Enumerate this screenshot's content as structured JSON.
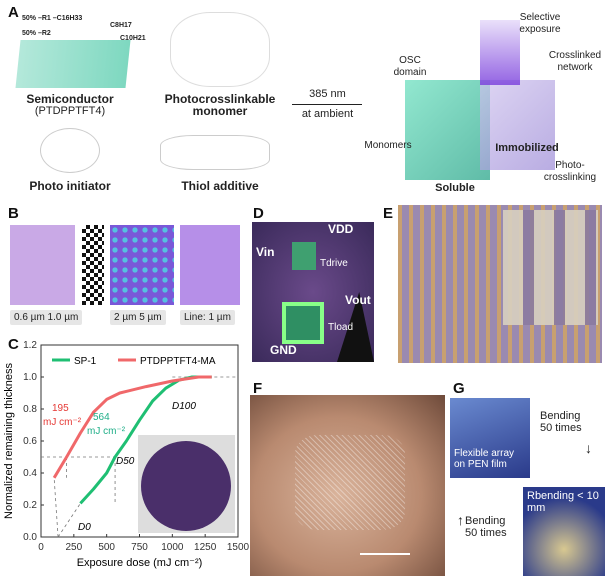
{
  "panels": {
    "A": {
      "label": "A",
      "semiconductor": {
        "name": "Semiconductor",
        "sub": "(PTDPPTFT4)",
        "r1": "50% –R1  –C16H33",
        "r2": "50% –R2",
        "side_a": "C8H17",
        "side_b": "C10H21"
      },
      "monomer": {
        "line1": "Photocrosslinkable",
        "line2": "monomer"
      },
      "initiator": "Photo initiator",
      "thiol": "Thiol additive",
      "arrow_top": "385 nm",
      "arrow_bottom": "at ambient",
      "cube": {
        "selective": "Selective\nexposure",
        "osc": "OSC\ndomain",
        "crosslinked": "Crosslinked\nnetwork",
        "monomers": "Monomers",
        "immobilized": "Immobilized",
        "photo": "Photo-\ncrosslinking",
        "soluble": "Soluble"
      }
    },
    "B": {
      "label": "B",
      "tags": [
        "0.6 µm 1.0 µm",
        "2 µm  5 µm",
        "Line: 1 µm"
      ]
    },
    "C": {
      "label": "C"
    },
    "D": {
      "label": "D",
      "vdd": "VDD",
      "vin": "Vin",
      "tdrive": "Tdrive",
      "vout": "Vout",
      "tload": "Tload",
      "gnd": "GND"
    },
    "E": {
      "label": "E"
    },
    "F": {
      "label": "F"
    },
    "G": {
      "label": "G",
      "bend1": "Bending\n50 times",
      "flex": "Flexible array\non PEN film",
      "rbend": "Rbending < 10\nmm",
      "bend2": "Bending\n50 times"
    }
  },
  "chart_data": {
    "type": "line",
    "xlabel": "Exposure dose (mJ cm⁻²)",
    "ylabel": "Normalized remaining thickness",
    "xlim": [
      0,
      1500
    ],
    "ylim": [
      0,
      1.2
    ],
    "xticks": [
      "0",
      "250",
      "500",
      "750",
      "1000",
      "1250",
      "1500"
    ],
    "yticks": [
      "0.0",
      "0.2",
      "0.4",
      "0.6",
      "0.8",
      "1.0",
      "1.2"
    ],
    "legend_position": "top",
    "series": [
      {
        "name": "SP-1",
        "color": "#1fbf73",
        "x": [
          300,
          400,
          500,
          564,
          650,
          750,
          850,
          950,
          1050,
          1150,
          1250,
          1300
        ],
        "y": [
          0.21,
          0.3,
          0.4,
          0.5,
          0.6,
          0.73,
          0.85,
          0.93,
          0.98,
          1.0,
          1.0,
          1.0
        ]
      },
      {
        "name": "PTDPPTFT4-MA",
        "color": "#f0686a",
        "x": [
          100,
          195,
          300,
          400,
          500,
          600,
          800,
          1000,
          1200,
          1300
        ],
        "y": [
          0.37,
          0.5,
          0.65,
          0.78,
          0.86,
          0.9,
          0.94,
          0.975,
          1.0,
          1.0
        ]
      }
    ],
    "annotations": {
      "red_value": "195",
      "red_unit": "mJ cm⁻²",
      "green_value": "564",
      "green_unit": "mJ cm⁻²",
      "d0": "D0",
      "d50": "D50",
      "d100": "D100"
    }
  }
}
